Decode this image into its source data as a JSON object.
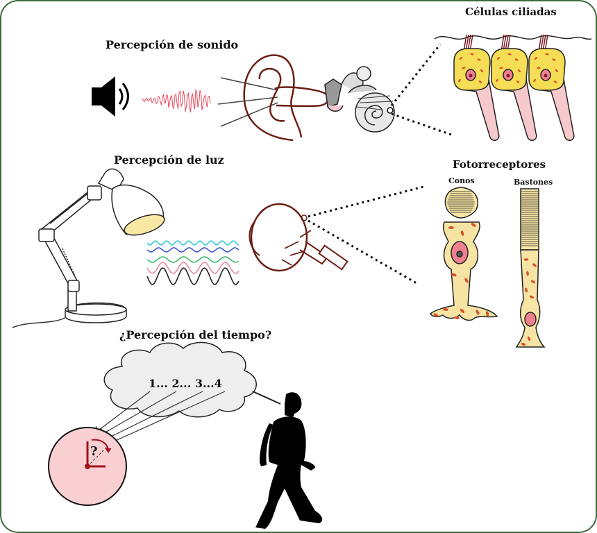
{
  "labels": {
    "sound_title": "Percepción de sonido",
    "hair_cells_title": "Células ciliadas",
    "light_title": "Percepción de luz",
    "photoreceptors_title": "Fotorreceptores",
    "cones": "Conos",
    "rods": "Bastones",
    "time_title": "¿Percepción del tiempo?",
    "counting": "1... 2... 3...4",
    "question_mark": "?"
  },
  "colors": {
    "border": "#3b6a3b",
    "cell_body": "#f5dd55",
    "cell_axon": "#f6c9cc",
    "nucleus": "#f08090",
    "receptor": "#f6e4a4",
    "organelle": "#d9532a",
    "sound_wave": "#e8455a",
    "clock_face": "#f9cfd2",
    "clock_hands": "#a0141e",
    "cloud": "#eeeeee",
    "ear": "#6b1f14",
    "wave_cyan": "#33c9d6",
    "wave_blue": "#3b55d6",
    "wave_green": "#3bb86a",
    "wave_pink": "#e48aa0",
    "wave_dark": "#222222"
  },
  "icons": [
    "speaker-icon",
    "ear-icon",
    "desk-lamp-icon",
    "eyeball-icon",
    "clock-icon",
    "walking-man-icon",
    "thought-cloud-icon"
  ]
}
